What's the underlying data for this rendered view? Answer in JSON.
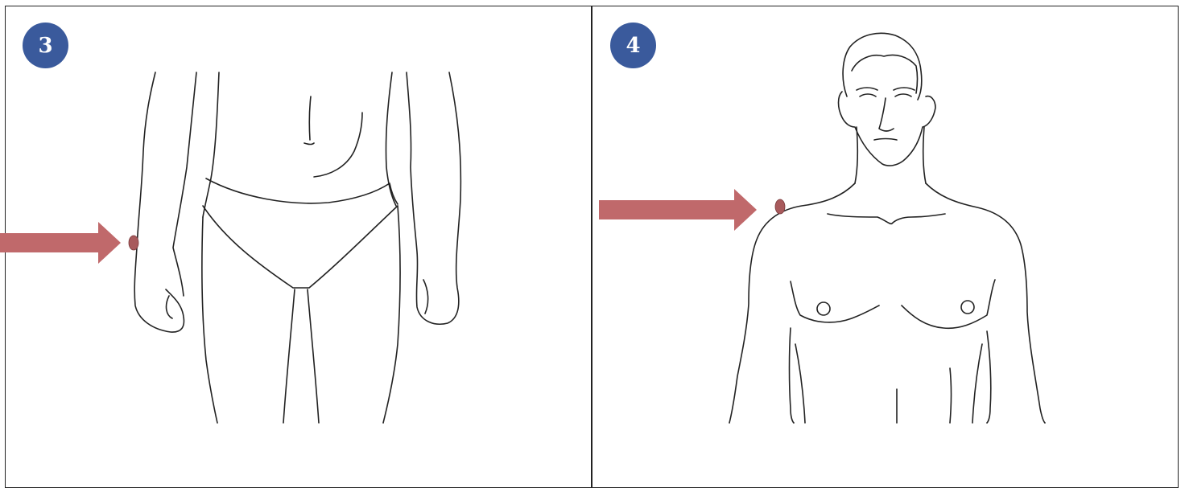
{
  "colors": {
    "badge": "#3a5a9c",
    "arrow": "#c0696b",
    "marker": "#a85a5c",
    "line": "#222222",
    "border": "#222222"
  },
  "panels": [
    {
      "step": "3",
      "site": "wrist",
      "icon": "body-lower-front"
    },
    {
      "step": "4",
      "site": "shoulder",
      "icon": "body-upper-front"
    }
  ]
}
